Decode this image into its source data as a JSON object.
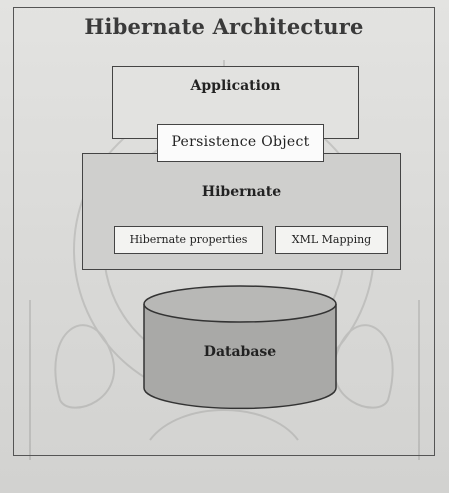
{
  "diagram": {
    "title": "Hibernate Architecture",
    "application_label": "Application",
    "persistence_label": "Persistence Object",
    "hibernate_label": "Hibernate",
    "properties_label": "Hibernate properties",
    "xml_label": "XML Mapping",
    "database_label": "Database"
  }
}
